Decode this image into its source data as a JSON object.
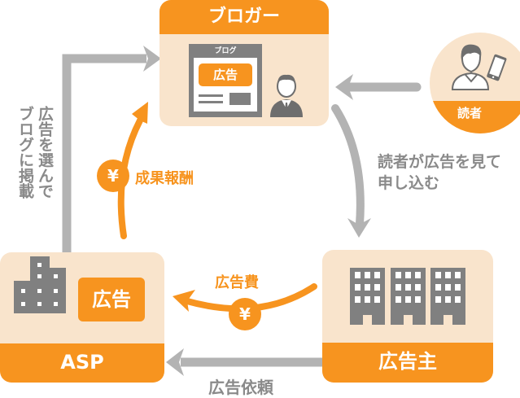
{
  "nodes": {
    "blogger": {
      "title": "ブロガー",
      "blog_window_title": "ブログ",
      "ad_label": "広告"
    },
    "reader": {
      "title": "読者"
    },
    "asp": {
      "title": "ASP",
      "ad_label": "広告"
    },
    "advertiser": {
      "title": "広告主"
    }
  },
  "edges": {
    "asp_to_blogger": {
      "label_line1": "広告を選んで",
      "label_line2": "ブログに掲載"
    },
    "reader_to_blogger": {},
    "blogger_to_advertiser": {
      "label_line1": "読者が広告を見て",
      "label_line2": "申し込む"
    },
    "advertiser_to_asp_fee": {
      "label": "広告費",
      "icon": "¥"
    },
    "asp_to_blogger_reward": {
      "label": "成果報酬",
      "icon": "¥"
    },
    "advertiser_to_asp_request": {
      "label": "広告依頼"
    }
  },
  "colors": {
    "orange": "#f7941f",
    "cream": "#f9e4cc",
    "gray_arrow": "#b3b3b3",
    "gray_icon": "#808080",
    "gray_text": "#8a8a8a"
  }
}
